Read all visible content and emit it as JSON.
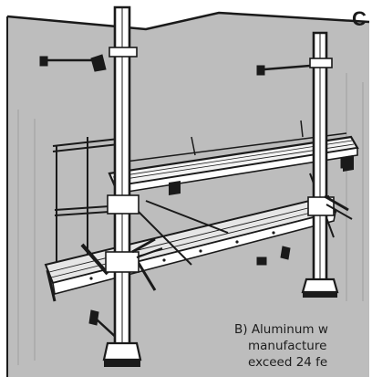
{
  "figure": {
    "label": "C",
    "caption_lines": [
      "B) Aluminum w",
      "manufacture",
      "exceed 24 fe"
    ]
  },
  "colors": {
    "ink": "#1a1a1a",
    "wall": "#bdbdbd",
    "background": "#ffffff"
  }
}
